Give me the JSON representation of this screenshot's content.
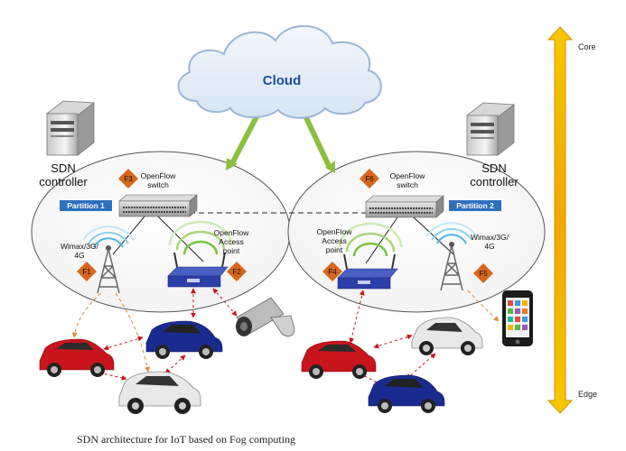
{
  "cloud": {
    "label": "Cloud"
  },
  "left_domain": {
    "sdn_controller": [
      "SDN",
      "controller"
    ],
    "partition": "Partition 1",
    "switch_label": [
      "OpenFlow",
      "switch"
    ],
    "tower_label": [
      "Wimax/3G/",
      "4G"
    ],
    "access_point_label": [
      "OpenFlow",
      "Access",
      "point"
    ],
    "fog_nodes": [
      "F3",
      "F1",
      "F2"
    ]
  },
  "right_domain": {
    "sdn_controller": [
      "SDN",
      "controller"
    ],
    "partition": "Partition 2",
    "switch_label": [
      "OpenFlow",
      "switch"
    ],
    "tower_label": [
      "Wimax/3G/",
      "4G"
    ],
    "access_point_label": [
      "OpenFlow",
      "Access",
      "point"
    ],
    "fog_nodes": [
      "F6",
      "F4",
      "F5"
    ]
  },
  "scale": {
    "top": "Core",
    "bottom": "Edge"
  },
  "caption": "SDN architecture for IoT based on Fog computing",
  "colors": {
    "cloud_fill": "#e4eef8",
    "cloud_stroke": "#9bb5d6",
    "cloud_text": "#1f4e9a",
    "fog_diamond": "#d8661c",
    "partition_fill": "#2e6fbf",
    "link_green": "#8cbf40",
    "arrow_gold": "#f2b600",
    "car_red": "#c9141c",
    "car_blue": "#1a2b8f",
    "car_white": "#e8e8e8",
    "router_blue": "#2a3fa8"
  }
}
